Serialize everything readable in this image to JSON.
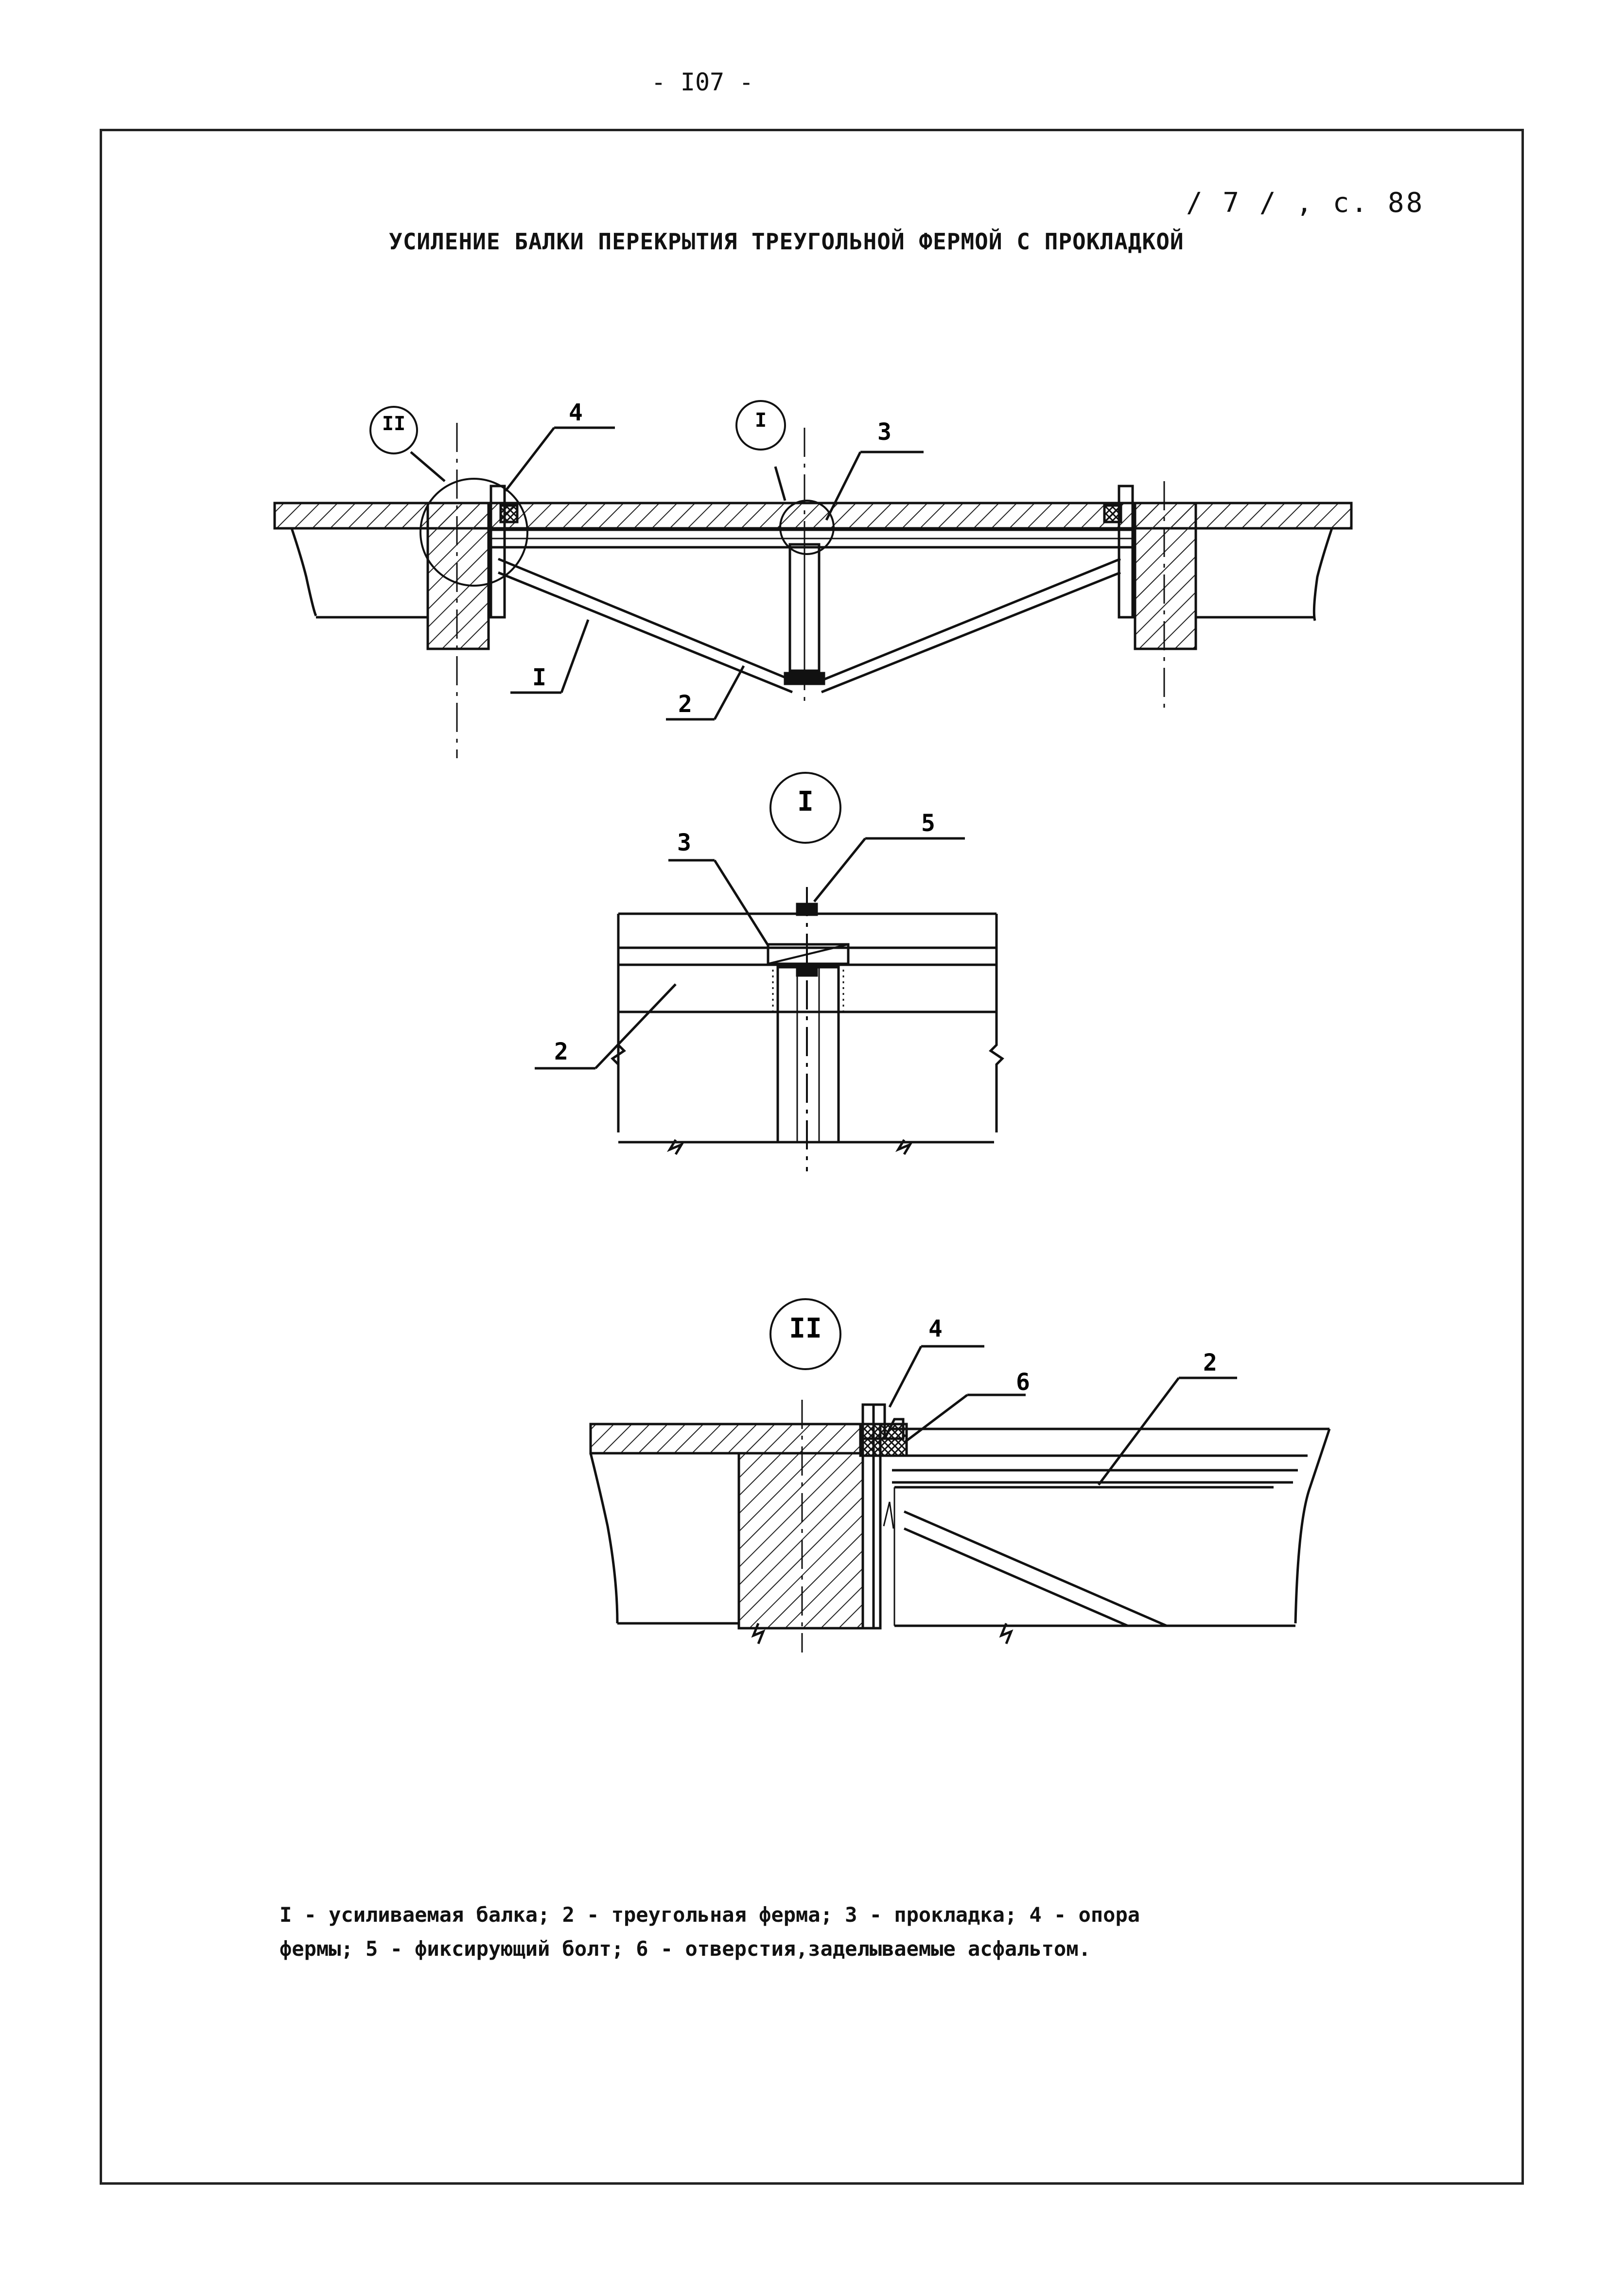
{
  "page_number": "- I07 -",
  "reference": "/ 7 / , с. 88",
  "title": "УСИЛЕНИЕ БАЛКИ ПЕРЕКРЫТИЯ ТРЕУГОЛЬНОЙ ФЕРМОЙ С ПРОКЛАДКОЙ",
  "callouts": {
    "detail_1": "I",
    "detail_2": "II",
    "n1": "I",
    "n2": "2",
    "n3": "3",
    "n4": "4",
    "n5": "5",
    "n6": "6"
  },
  "legend": {
    "line1": "I - усиливаемая балка;  2 - треугольная ферма; 3 - прокладка; 4 - опора",
    "line2": "фермы; 5 - фиксирующий болт; 6 - отверстия,заделываемые асфальтом."
  }
}
